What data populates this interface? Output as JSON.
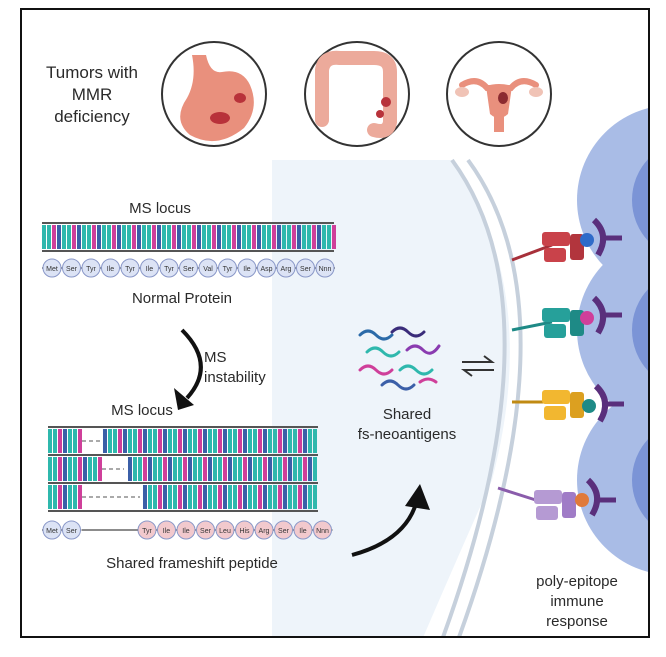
{
  "header": {
    "tumors_label_line1": "Tumors with",
    "tumors_label_line2": "MMR",
    "tumors_label_line3": "deficiency"
  },
  "organs": [
    {
      "icon": "stomach-icon"
    },
    {
      "icon": "colon-icon"
    },
    {
      "icon": "uterus-icon"
    }
  ],
  "normal": {
    "locus_label": "MS locus",
    "amino_acids": [
      "Met",
      "Ser",
      "Tyr",
      "Ile",
      "Tyr",
      "Ile",
      "Tyr",
      "Ser",
      "Val",
      "Tyr",
      "Ile",
      "Asp",
      "Arg",
      "Ser",
      "Nnn"
    ],
    "protein_label": "Normal Protein"
  },
  "instability": {
    "label_line1": "MS",
    "label_line2": "instability"
  },
  "mutant": {
    "locus_label": "MS locus",
    "amino_acids_left": [
      "Met",
      "Ser"
    ],
    "amino_acids_right": [
      "Tyr",
      "Ile",
      "Ile",
      "Ser",
      "Leu",
      "His",
      "Arg",
      "Ser",
      "Ile",
      "Nnn"
    ],
    "peptide_label": "Shared frameshift peptide"
  },
  "neoantigens": {
    "label_line1": "Shared",
    "label_line2": "fs-neoantigens"
  },
  "response": {
    "label_line1": "poly-epitope",
    "label_line2": "immune",
    "label_line3": "response"
  },
  "colors": {
    "dna_teal": "#2fb8ad",
    "dna_pink": "#cf3f9a",
    "dna_blue": "#3b5fa8",
    "aa_normal": "#dce3f5",
    "aa_mutant": "#f2c9cd",
    "cell_bg": "#eef4fa",
    "tcell": "#a9bce6",
    "tcell_nucleus": "#7b94d6"
  }
}
